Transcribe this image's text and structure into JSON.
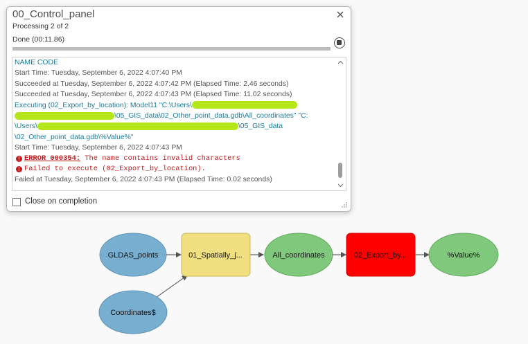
{
  "dialog": {
    "title": "00_Control_panel",
    "subtitle": "Processing 2 of 2",
    "status": "Done (00:11.86)",
    "progress": 1.0,
    "close_icon": "close-icon",
    "stop_icon": "stop-icon",
    "log": {
      "header": "NAME CODE",
      "start1": "Start Time: Tuesday, September 6, 2022 4:07:40 PM",
      "succ1": "Succeeded at Tuesday, September 6, 2022 4:07:42 PM (Elapsed Time: 2.46 seconds)",
      "succ2": "Succeeded at Tuesday, September 6, 2022 4:07:43 PM (Elapsed Time: 11.02 seconds)",
      "exec_a": "Executing (02_Export_by_location): Model11 \"C:\\Users\\",
      "exec_b": "\\05_GIS_data\\02_Other_point_data.gdb\\All_coordinates\" \"C:",
      "exec_c_pre": "\\Users\\",
      "exec_c_post": "\\05_GIS_data",
      "exec_d": "\\02_Other_point_data.gdb\\%Value%\"",
      "start2": "Start Time: Tuesday, September 6, 2022 4:07:43 PM",
      "err1_code": "ERROR 000354:",
      "err1_msg": " The name contains invalid characters",
      "err2_msg": "Failed to execute (02_Export_by_location).",
      "failed": "Failed at Tuesday, September 6, 2022 4:07:43 PM (Elapsed Time: 0.02 seconds)"
    },
    "close_on_completion_label": "Close on completion",
    "close_on_completion_checked": false
  },
  "model": {
    "nodes": {
      "gldas": "GLDAS_points",
      "spatial": "01_Spatially_j...",
      "allcoords": "All_coordinates",
      "export": "02_Export_by...",
      "value": "%Value%",
      "coords": "Coordinates$"
    },
    "colors": {
      "input_blue": "#78afd0",
      "tool_yellow": "#f0e081",
      "output_green": "#80c97c",
      "error_red": "#ff0000"
    }
  }
}
